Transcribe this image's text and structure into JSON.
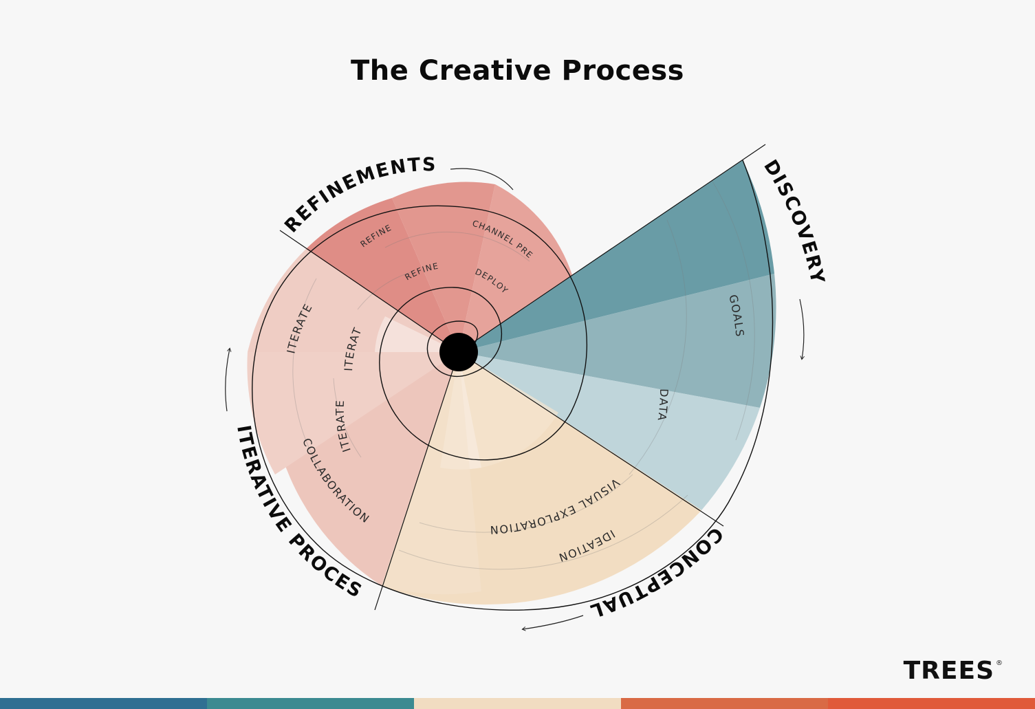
{
  "title": "The Creative Process",
  "phases": {
    "discovery": {
      "label": "DISCOVERY",
      "color": "#5f949f",
      "items": [
        "GOALS",
        "DATA"
      ]
    },
    "conceptual": {
      "label": "CONCEPTUAL",
      "color": "#f1dcc1",
      "items": [
        "VISUAL EXPLORATION",
        "IDEATION"
      ]
    },
    "iterative": {
      "label": "ITERATIVE PROCESS",
      "color": "#ecc2b9",
      "items": [
        "ITERATE",
        "ITERATE",
        "ITERATE",
        "COLLABORATION"
      ]
    },
    "refinements": {
      "label": "REFINEMENTS",
      "color": "#e08d86",
      "items": [
        "REFINE",
        "CHANNEL PREP",
        "REFINE",
        "DEPLOY"
      ]
    }
  },
  "brand": {
    "name": "TREES",
    "mark": "®"
  },
  "footer_colors": [
    "#2f6f92",
    "#3b8a91",
    "#f1dcc1",
    "#d96a45",
    "#e05a3a"
  ]
}
